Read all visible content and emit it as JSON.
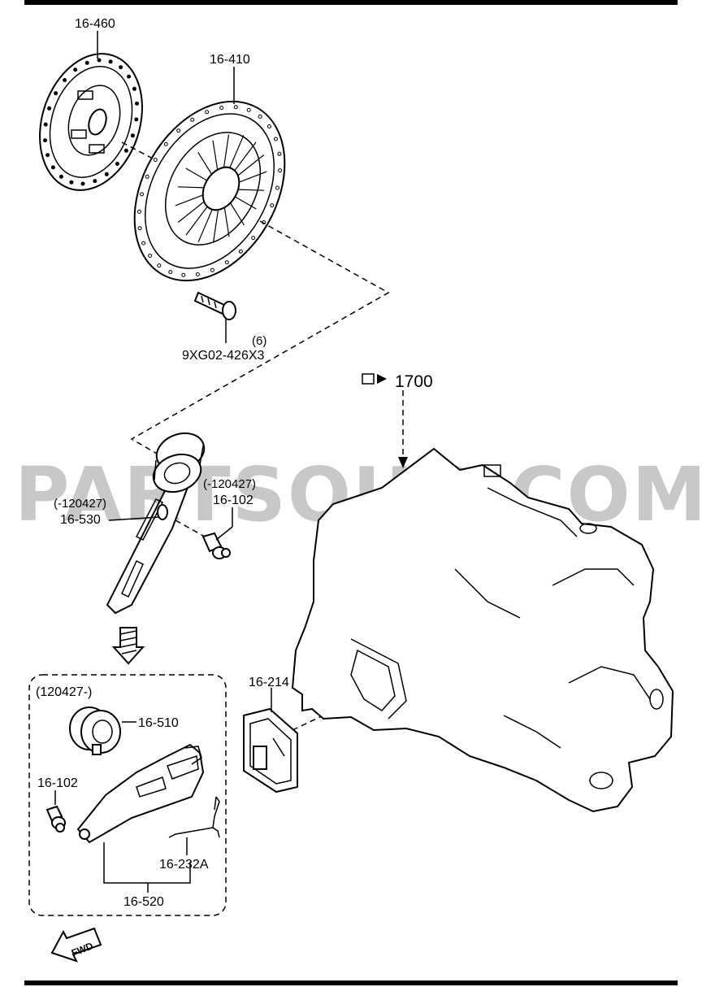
{
  "watermark": "PARTSOUQ.COM",
  "labels": {
    "clutch_disc": "16-460",
    "clutch_cover": "16-410",
    "bolt_qty": "(6)",
    "bolt_part": "9XG02-426X3",
    "transaxle_ref": "1700",
    "release_fork_old_date": "(-120427)",
    "release_fork_old": "16-530",
    "pivot_old_date": "(-120427)",
    "pivot_old": "16-102",
    "boot": "16-214",
    "new_group_date": "(120427-)",
    "release_bearing": "16-510",
    "pivot_new": "16-102",
    "spring_clip": "16-232A",
    "release_fork_new": "16-520",
    "fwd": "FWD"
  },
  "colors": {
    "line": "#000000",
    "background": "#ffffff",
    "watermark": "#c8c8c8"
  }
}
